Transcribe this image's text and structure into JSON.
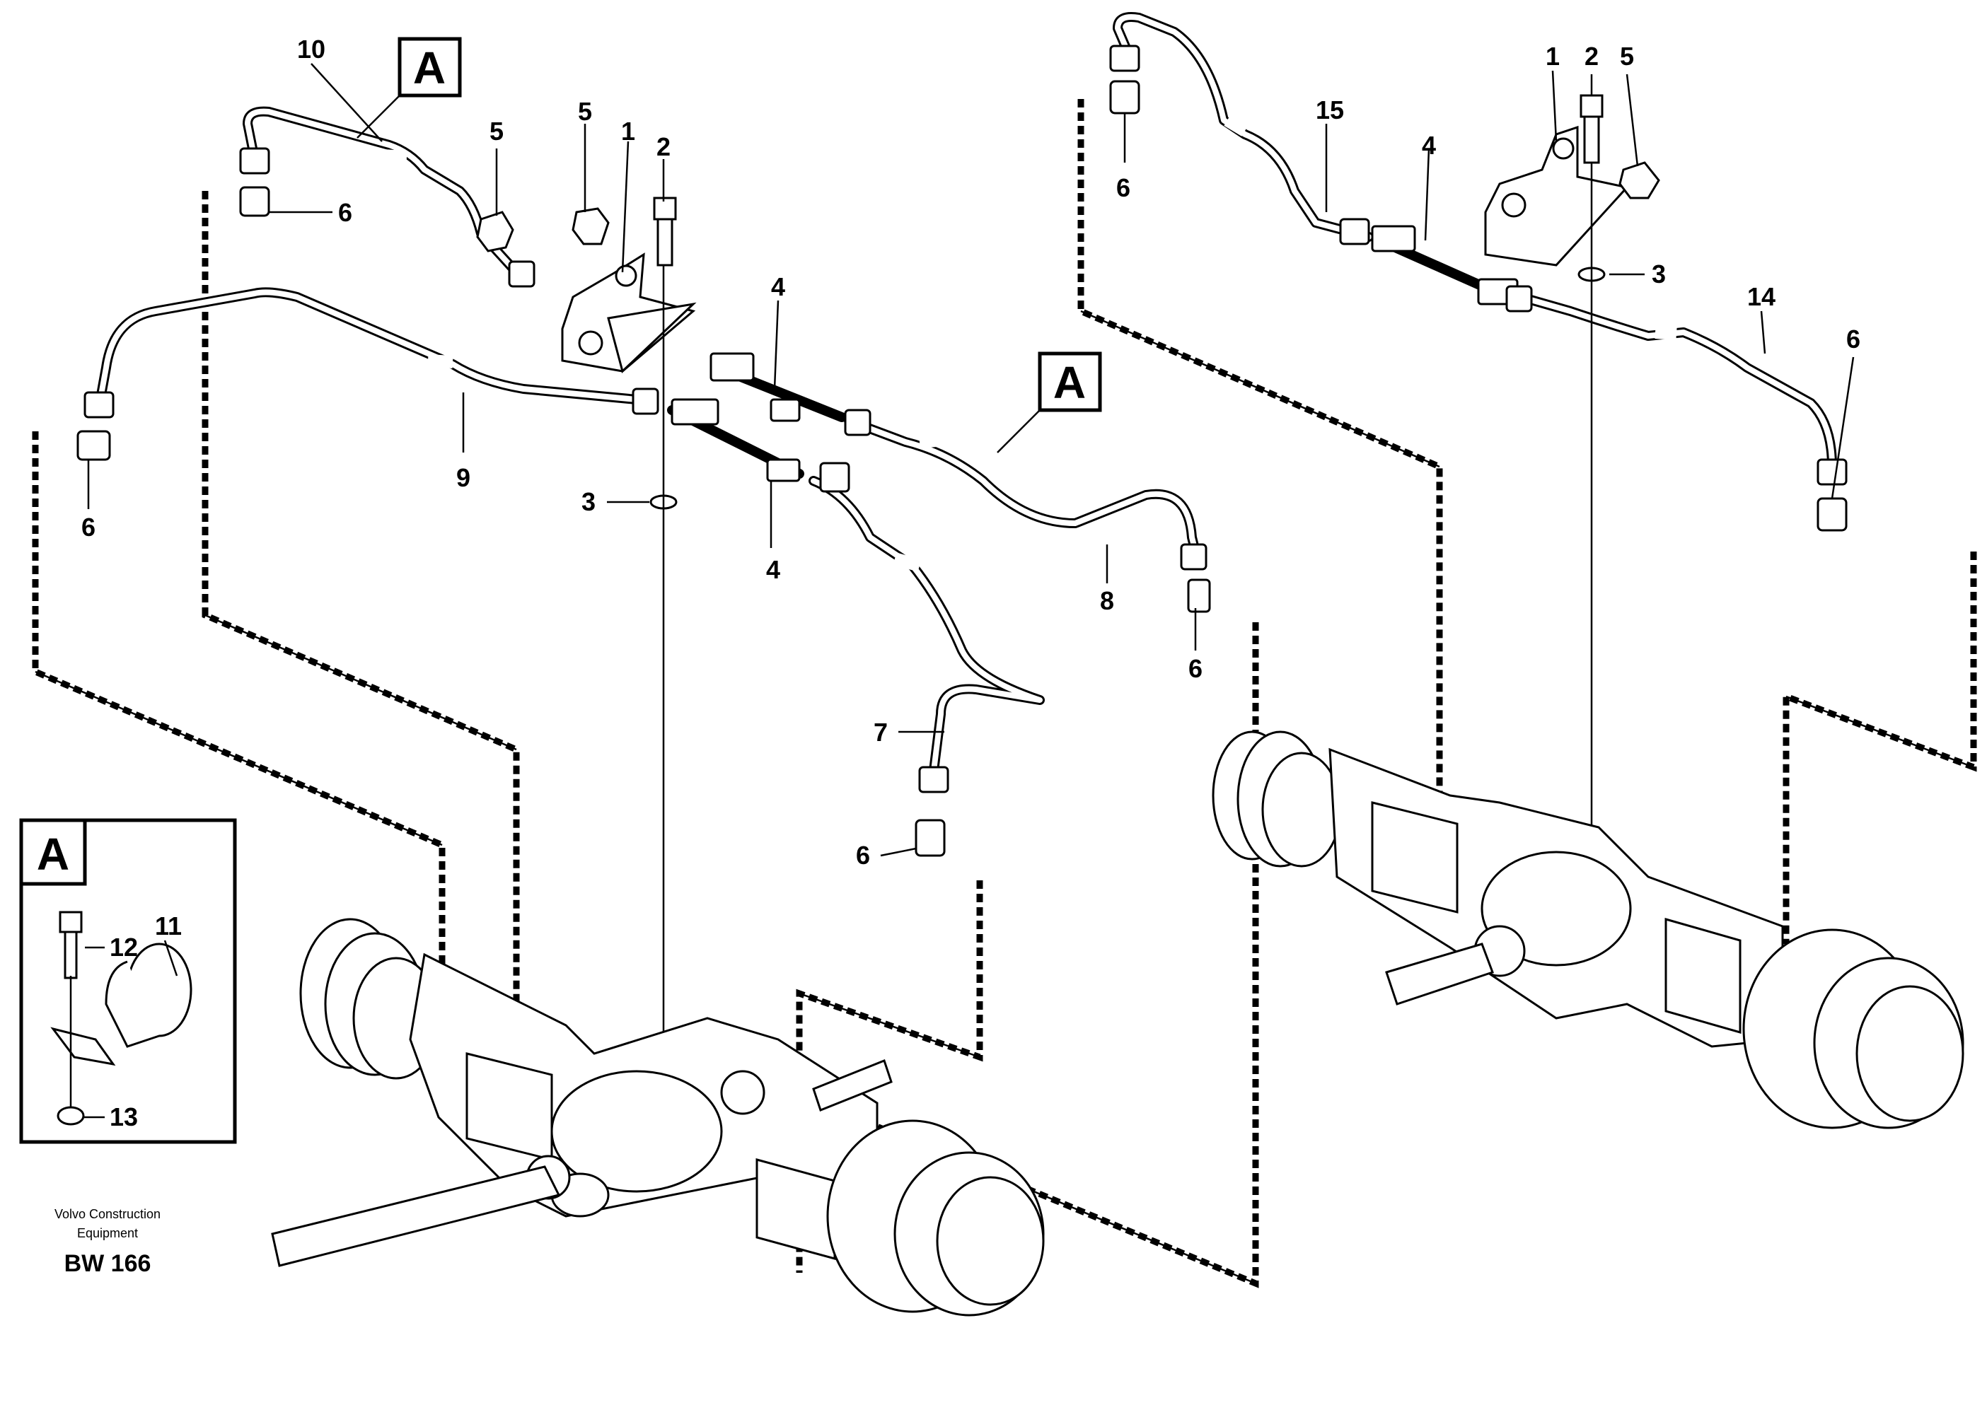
{
  "figure": {
    "callouts": [
      "1",
      "2",
      "3",
      "4",
      "5",
      "6",
      "7",
      "8",
      "9",
      "10",
      "11",
      "12",
      "13",
      "14",
      "15"
    ],
    "reference_label": "A",
    "footer": {
      "line1": "Volvo Construction",
      "line2": "Equipment",
      "code": "BW 166"
    }
  }
}
